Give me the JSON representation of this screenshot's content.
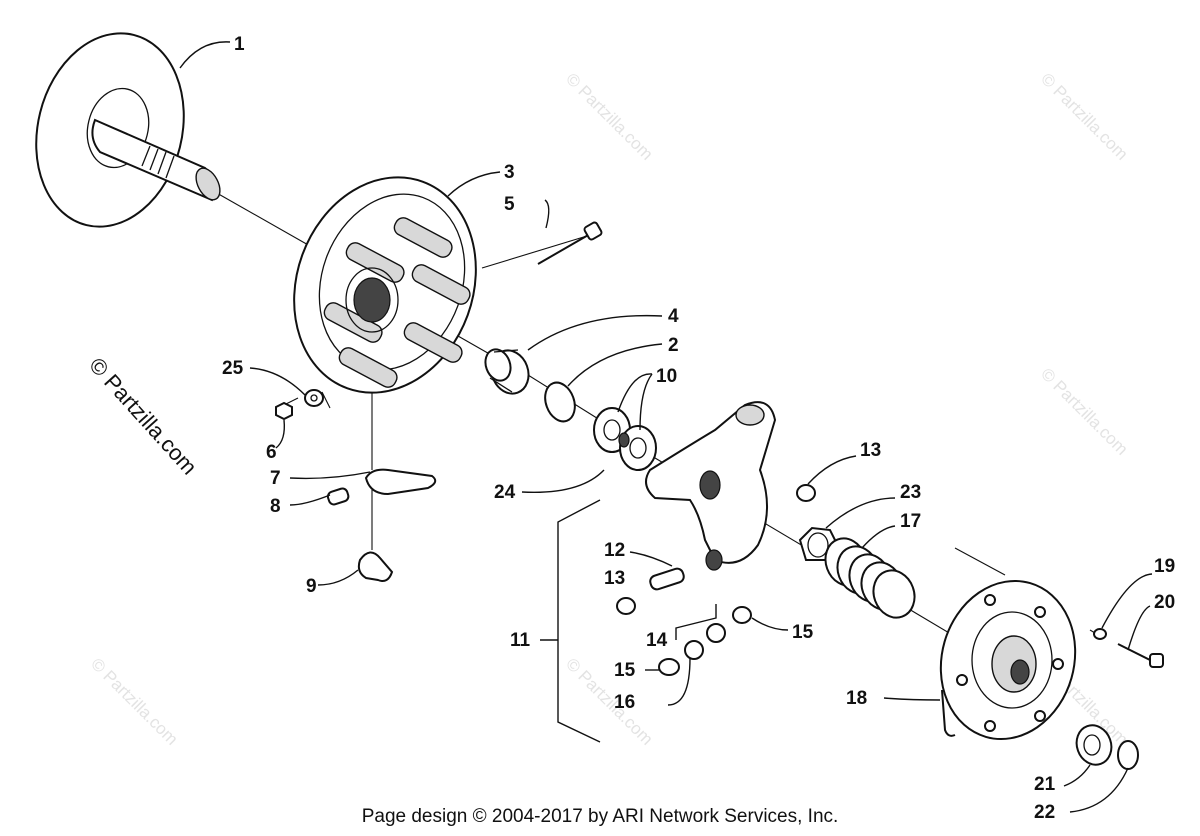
{
  "callouts": {
    "c1": "1",
    "c2": "2",
    "c3": "3",
    "c4": "4",
    "c5": "5",
    "c6": "6",
    "c7": "7",
    "c8": "8",
    "c9": "9",
    "c10": "10",
    "c11": "11",
    "c12": "12",
    "c13a": "13",
    "c13b": "13",
    "c14": "14",
    "c15a": "15",
    "c15b": "15",
    "c16": "16",
    "c17": "17",
    "c18": "18",
    "c19": "19",
    "c20": "20",
    "c21": "21",
    "c22": "22",
    "c23": "23",
    "c24": "24",
    "c25": "25"
  },
  "watermark": {
    "main": "© Partzilla.com",
    "tile": "© Partzilla.com"
  },
  "footer": "Page design © 2004-2017 by ARI Network Services, Inc."
}
